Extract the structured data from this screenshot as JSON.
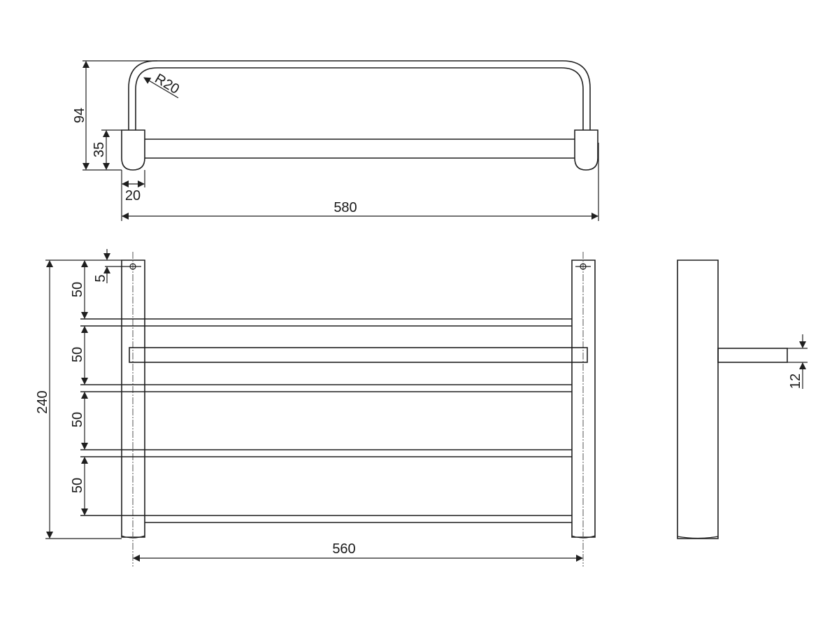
{
  "drawing": {
    "type": "technical-dimension-drawing",
    "subject": "double towel rail with shelf bars",
    "line_color": "#1f1f1f",
    "background": "#ffffff",
    "views": {
      "top_view": {
        "dimensions": {
          "height_total": "94",
          "bracket_height": "35",
          "bracket_depth": "20",
          "bend_radius": "R20",
          "overall_width": "580"
        }
      },
      "front_view": {
        "dimensions": {
          "overall_height": "240",
          "hole_offset": "5",
          "spacing_1": "50",
          "spacing_2": "50",
          "spacing_3": "50",
          "spacing_4": "50",
          "centers_width": "560"
        }
      },
      "side_view": {
        "dimensions": {
          "bar_thickness": "12"
        }
      }
    }
  }
}
